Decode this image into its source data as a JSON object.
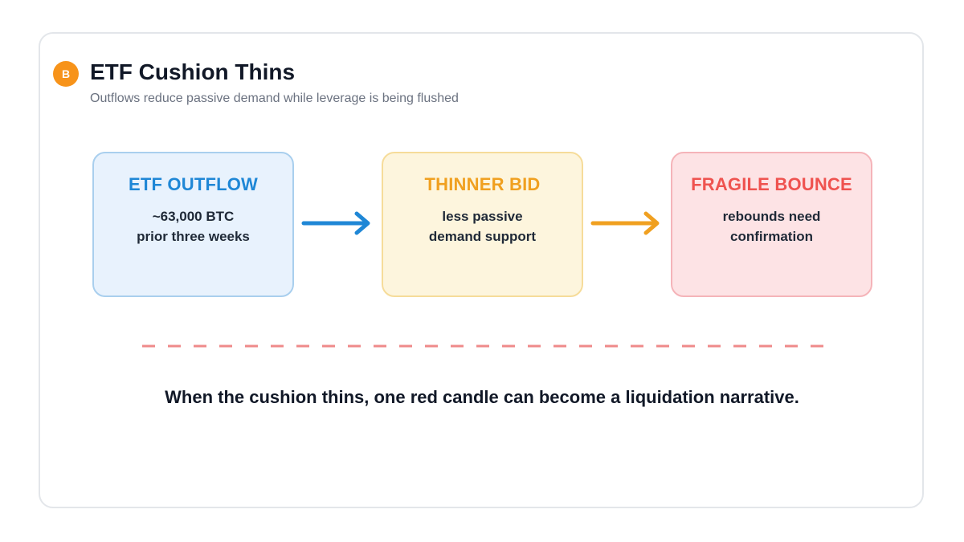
{
  "header": {
    "badge_glyph": "B",
    "title": "ETF Cushion Thins",
    "subtitle": "Outflows reduce passive demand while leverage is being flushed"
  },
  "nodes": [
    {
      "heading": "ETF OUTFLOW",
      "line1": "~63,000 BTC",
      "line2": "prior three weeks",
      "color": "#1f87d6"
    },
    {
      "heading": "THINNER BID",
      "line1": "less passive",
      "line2": "demand support",
      "color": "#f0a020"
    },
    {
      "heading": "FRAGILE BOUNCE",
      "line1": "rebounds need",
      "line2": "confirmation",
      "color": "#ef5350"
    }
  ],
  "footer": {
    "text": "When the cushion thins, one red candle can become a liquidation narrative."
  },
  "colors": {
    "bitcoin_orange": "#f7931a",
    "arrow_blue": "#1f87d6",
    "arrow_orange": "#f0a020",
    "divider_red": "#ef8a8a"
  }
}
